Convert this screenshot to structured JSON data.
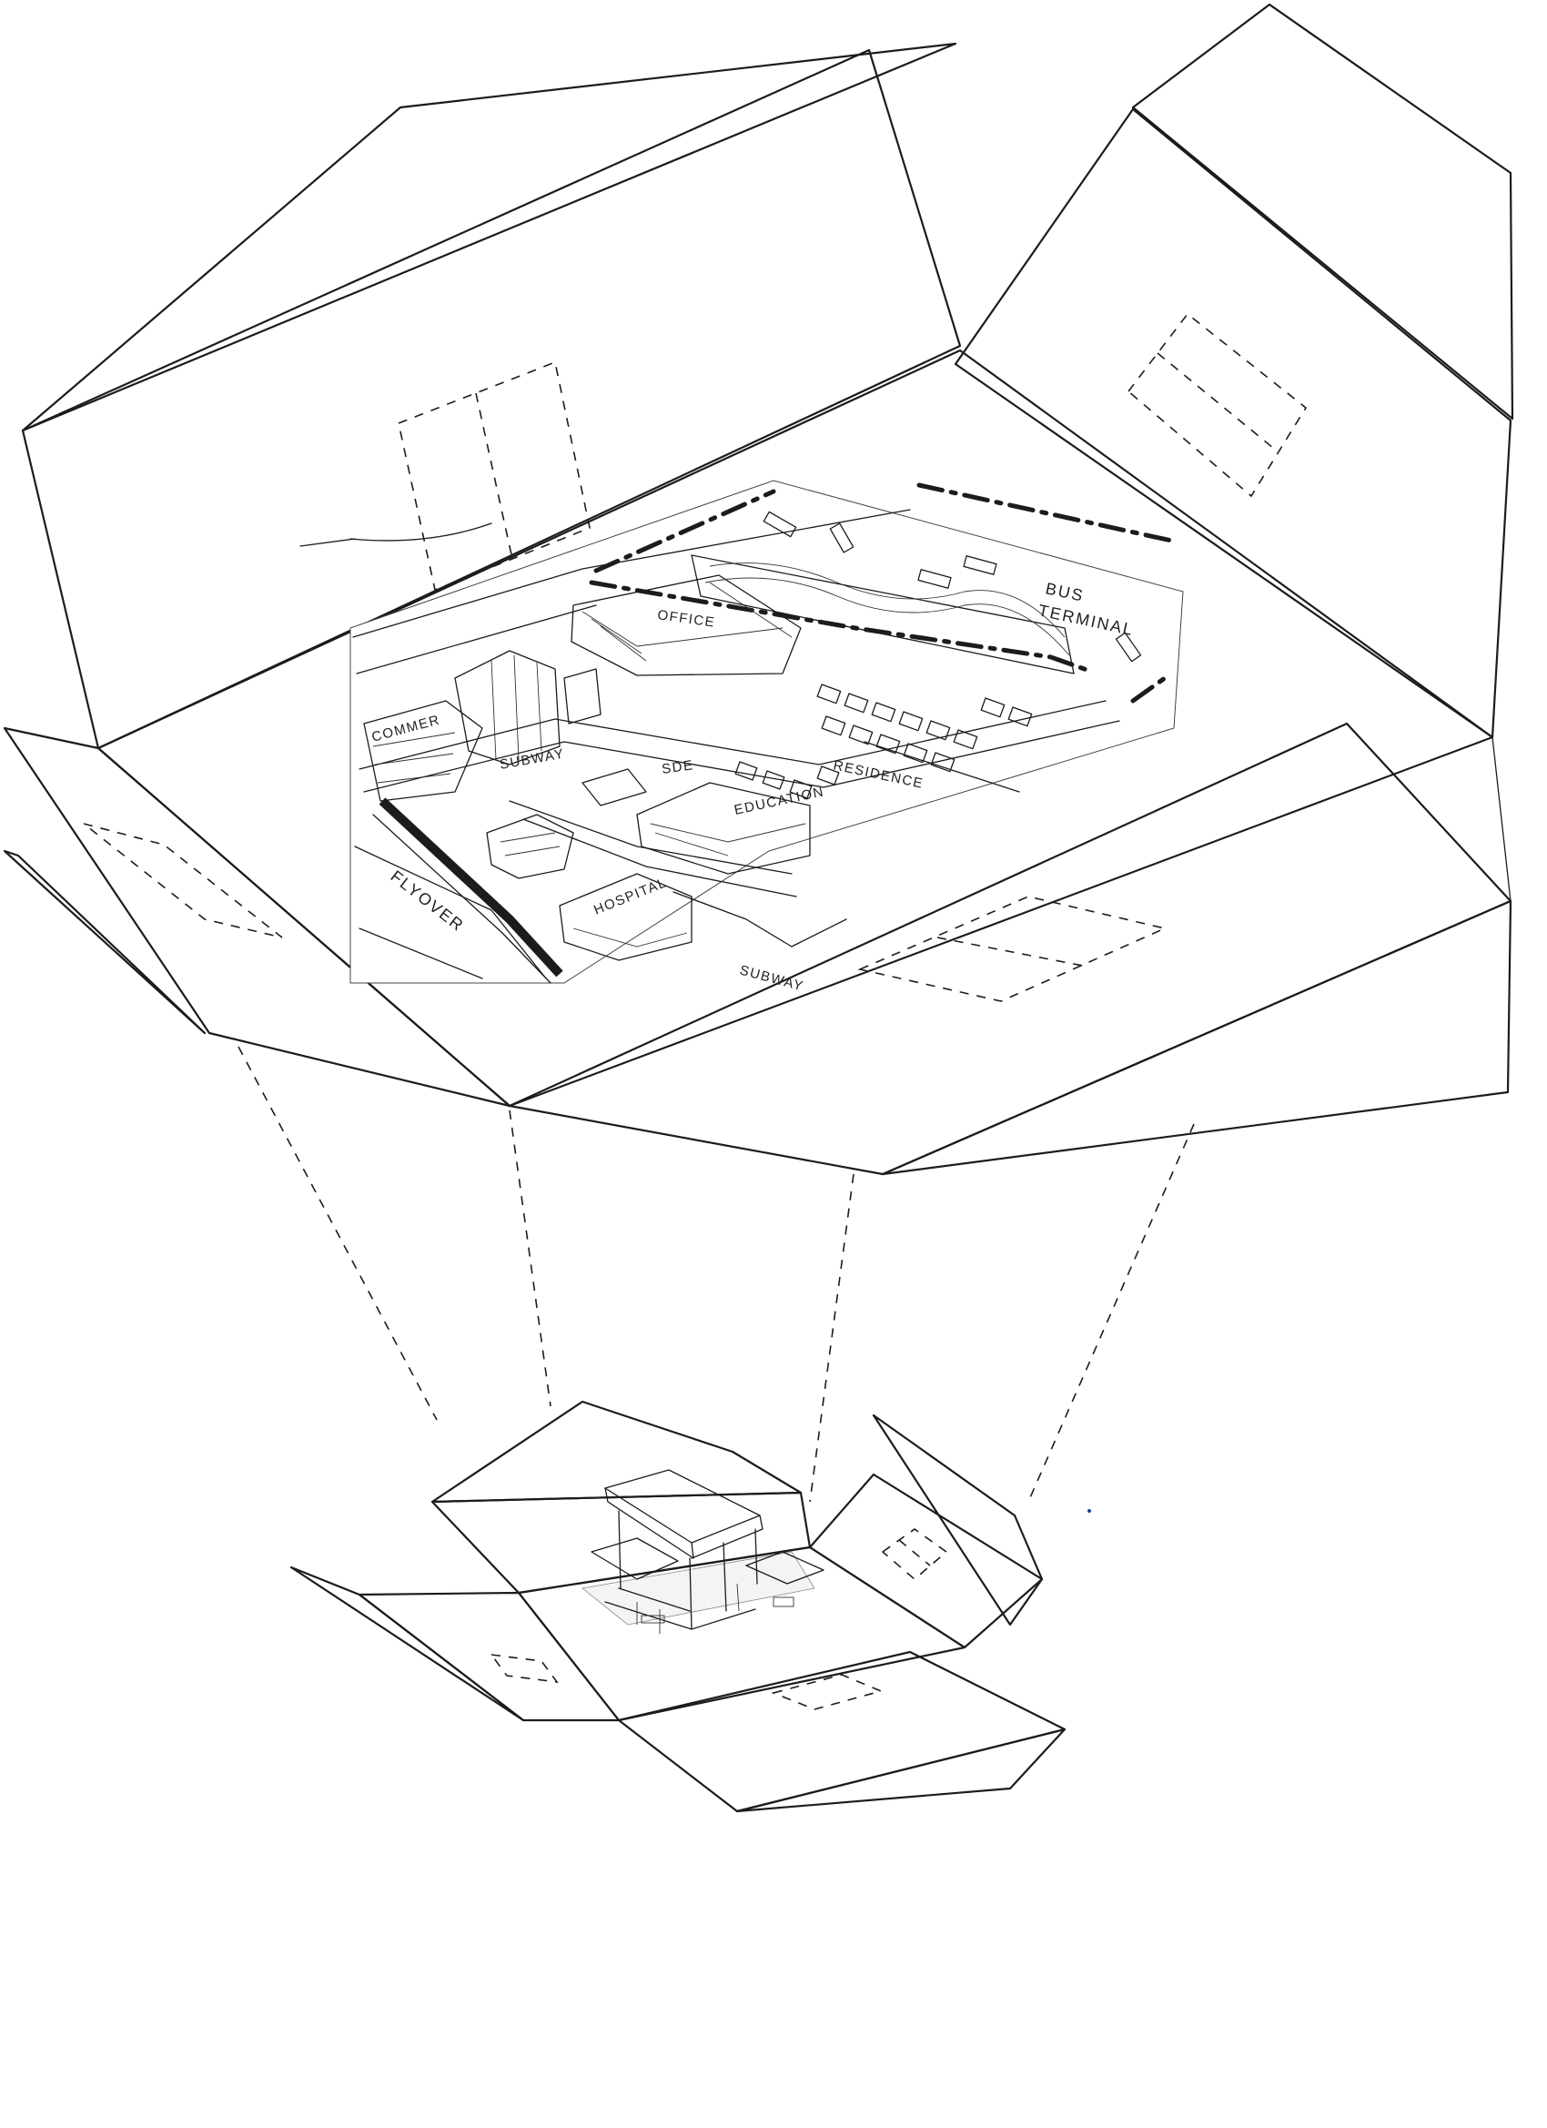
{
  "colors": {
    "paper": "#ffffff",
    "panel_orange": "#f2b845",
    "panel_light": "#fff5c8",
    "panel_red": "#e9545c",
    "panel_pink": "#f7a3a8",
    "ink": "#1c1c1c"
  },
  "map_labels": {
    "office": "OFFICE",
    "bus_terminal_line1": "BUS",
    "bus_terminal_line2": "TERMINAL",
    "commercial": "COMMER",
    "residence": "RESIDENCE",
    "subway_top": "SUBWAY",
    "education": "EDUCATION",
    "hospital": "HOSPITAL",
    "flyover": "FLYOVER",
    "subway_bottom": "SUBWAY",
    "sde": "SDE"
  }
}
